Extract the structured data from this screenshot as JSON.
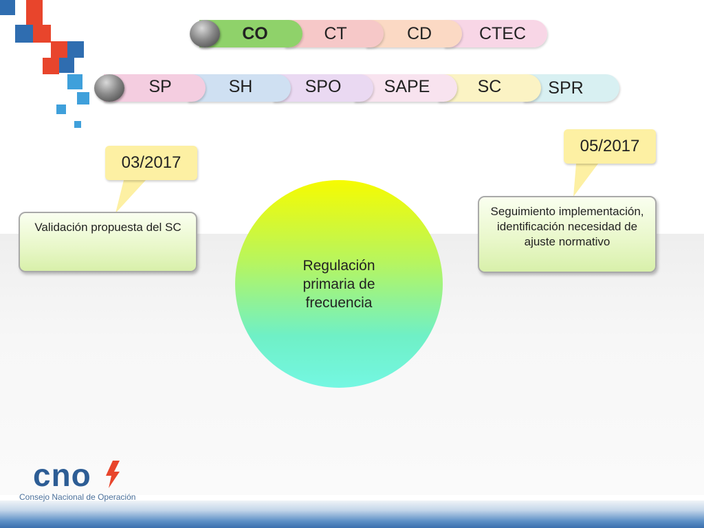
{
  "tabs_top": [
    {
      "label": "CO",
      "color": "#8fd26a",
      "bold": true
    },
    {
      "label": "CT",
      "color": "#f6c8c8"
    },
    {
      "label": "CD",
      "color": "#fbd9c4"
    },
    {
      "label": "CTEC",
      "color": "#f8d6e6"
    }
  ],
  "tabs_bottom": [
    {
      "label": "SP",
      "color": "#f4cde0"
    },
    {
      "label": "SH",
      "color": "#cfe0f2"
    },
    {
      "label": "SPO",
      "color": "#ead9f2"
    },
    {
      "label": "SAPE",
      "color": "#f8e3ef"
    },
    {
      "label": "SC",
      "color": "#fbf3c4"
    },
    {
      "label": "SPR",
      "color": "#d8f0f2"
    }
  ],
  "callout_left": {
    "date": "03/2017",
    "text": "Validación propuesta del SC"
  },
  "callout_right": {
    "date": "05/2017",
    "text": "Seguimiento implementación, identificación necesidad de ajuste normativo"
  },
  "center": {
    "text": "Regulación\nprimaria de\nfrecuencia"
  },
  "logo": {
    "word": "cno",
    "subtitle": "Consejo Nacional de Operación",
    "primary_color": "#2d5d95",
    "accent_color": "#e8452c"
  }
}
